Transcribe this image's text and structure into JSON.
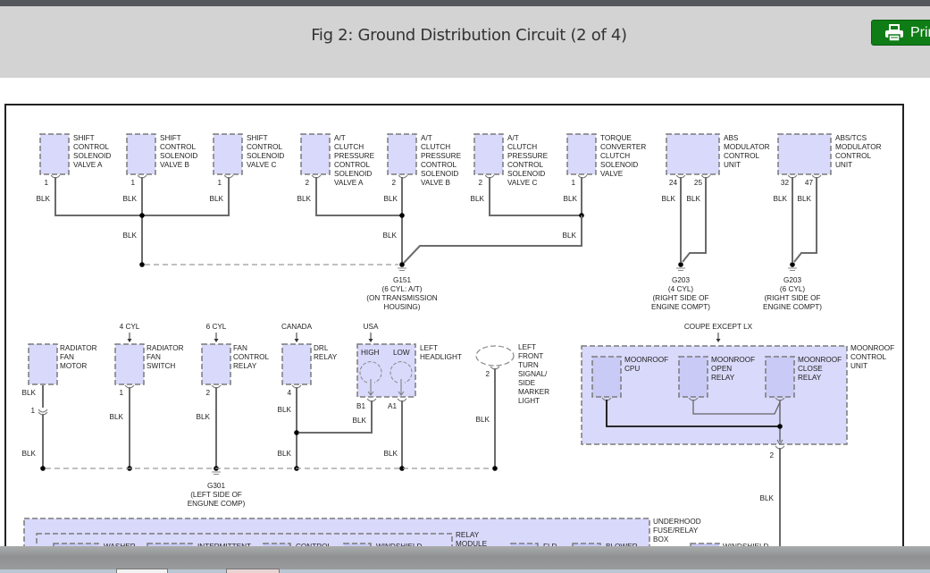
{
  "header": {
    "title": "Fig 2: Ground Distribution Circuit (2 of 4)",
    "print_label": "Print",
    "print_icon": "printer-icon",
    "accent_color": "#0f7d16"
  },
  "diagram": {
    "component_fill": "#d9d9fb",
    "wire_color": "BLK",
    "top_components": [
      {
        "id": "scsva",
        "label": [
          "SHIFT",
          "CONTROL",
          "SOLENOID",
          "VALVE A"
        ],
        "pins": [
          "1"
        ]
      },
      {
        "id": "scsvb",
        "label": [
          "SHIFT",
          "CONTROL",
          "SOLENOID",
          "VALVE B"
        ],
        "pins": [
          "1"
        ]
      },
      {
        "id": "scsvc",
        "label": [
          "SHIFT",
          "CONTROL",
          "SOLENOID",
          "VALVE C"
        ],
        "pins": [
          "1"
        ]
      },
      {
        "id": "atcpa",
        "label": [
          "A/T",
          "CLUTCH",
          "PRESSURE",
          "CONTROL",
          "SOLENOID",
          "VALVE A"
        ],
        "pins": [
          "2"
        ]
      },
      {
        "id": "atcpb",
        "label": [
          "A/T",
          "CLUTCH",
          "PRESSURE",
          "CONTROL",
          "SOLENOID",
          "VALVE B"
        ],
        "pins": [
          "2"
        ]
      },
      {
        "id": "atcpc",
        "label": [
          "A/T",
          "CLUTCH",
          "PRESSURE",
          "CONTROL",
          "SOLENOID",
          "VALVE C"
        ],
        "pins": [
          "2"
        ]
      },
      {
        "id": "tccsv",
        "label": [
          "TORQUE",
          "CONVERTER",
          "CLUTCH",
          "SOLENOID",
          "VALVE"
        ],
        "pins": [
          "1"
        ]
      },
      {
        "id": "absmcu",
        "label": [
          "ABS",
          "MODULATOR",
          "CONTROL",
          "UNIT"
        ],
        "pins": [
          "24",
          "25"
        ]
      },
      {
        "id": "abstcs",
        "label": [
          "ABS/TCS",
          "MODULATOR",
          "CONTROL",
          "UNIT"
        ],
        "pins": [
          "32",
          "47"
        ]
      }
    ],
    "grounds": [
      {
        "id": "g151",
        "label": [
          "G151",
          "(6 CYL: A/T)",
          "(ON TRANSMISSION",
          "HOUSING)"
        ]
      },
      {
        "id": "g203a",
        "label": [
          "G203",
          "(4 CYL)",
          "(RIGHT SIDE OF",
          "ENGINE COMPT)"
        ]
      },
      {
        "id": "g203b",
        "label": [
          "G203",
          "(6 CYL)",
          "(RIGHT SIDE OF",
          "ENGINE COMPT)"
        ]
      },
      {
        "id": "g301",
        "label": [
          "G301",
          "(LEFT SIDE OF",
          "ENGUNE COMP)"
        ]
      }
    ],
    "middle_components": [
      {
        "id": "rfm",
        "label": [
          "RADIATOR",
          "FAN",
          "MOTOR"
        ],
        "condition": "",
        "pins": [
          "1"
        ]
      },
      {
        "id": "rfs",
        "label": [
          "RADIATOR",
          "FAN",
          "SWITCH"
        ],
        "condition": "4 CYL",
        "pins": [
          "1"
        ]
      },
      {
        "id": "fcr",
        "label": [
          "FAN",
          "CONTROL",
          "RELAY"
        ],
        "condition": "6 CYL",
        "pins": [
          "2"
        ]
      },
      {
        "id": "drl",
        "label": [
          "DRL",
          "RELAY"
        ],
        "condition": "CANADA",
        "pins": [
          "4"
        ]
      },
      {
        "id": "lhl",
        "label": [
          "LEFT",
          "HEADLIGHT"
        ],
        "condition": "USA",
        "filaments": [
          "HIGH",
          "LOW"
        ],
        "pins": [
          "B1",
          "A1"
        ]
      },
      {
        "id": "lftsl",
        "label": [
          "LEFT",
          "FRONT",
          "TURN",
          "SIGNAL/",
          "SIDE",
          "MARKER",
          "LIGHT"
        ],
        "condition": "",
        "pins": [
          "2"
        ]
      }
    ],
    "moonroof": {
      "condition": "COUPE EXCEPT LX",
      "label": [
        "MOONROOF",
        "CONTROL",
        "UNIT"
      ],
      "parts": [
        {
          "label": [
            "MOONROOF",
            "CPU"
          ]
        },
        {
          "label": [
            "MOONROOF",
            "OPEN",
            "RELAY"
          ]
        },
        {
          "label": [
            "MOONROOF",
            "CLOSE",
            "RELAY"
          ]
        }
      ],
      "pin": "2"
    },
    "underhood": {
      "label": [
        "UNDERHOOD",
        "FUSE/RELAY",
        "BOX"
      ],
      "relay_module_label": [
        "RELAY",
        "MODULE"
      ],
      "parts": [
        "WASHER",
        "INTERMITTENT",
        "CONTROL",
        "WINDSHIELD",
        "FLD",
        "BLOWER",
        "WINDSHIELD"
      ]
    }
  }
}
